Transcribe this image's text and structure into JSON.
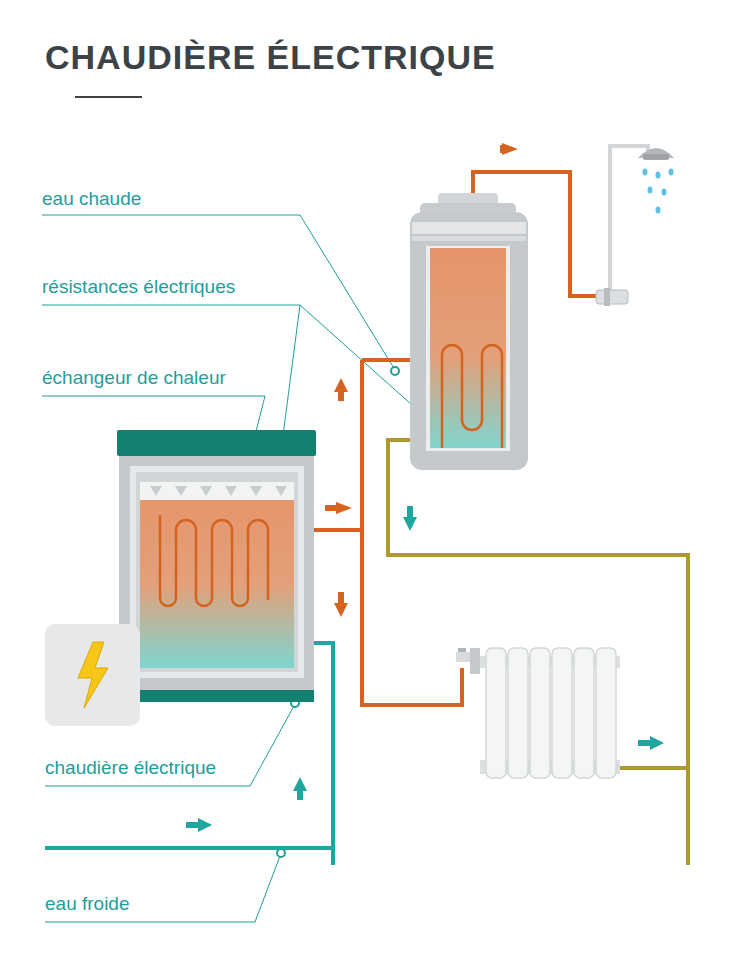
{
  "diagram": {
    "title": "CHAUDIÈRE ÉLECTRIQUE",
    "labels": [
      "eau chaude",
      "résistances électriques",
      "échangeur de chaleur",
      "chaudière électrique",
      "eau froide"
    ]
  }
}
